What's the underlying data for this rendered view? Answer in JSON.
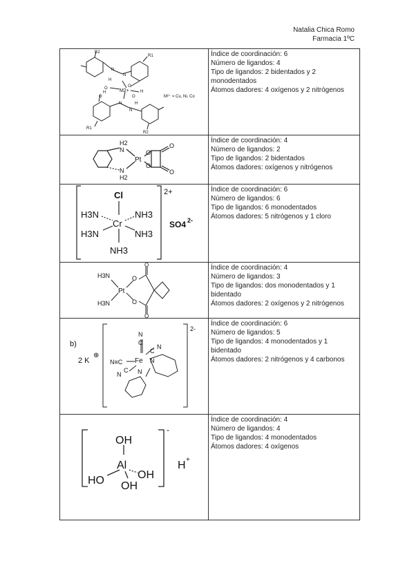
{
  "header": {
    "author": "Natalia Chica Romo",
    "course": "Farmacia 1ºC"
  },
  "rows": [
    {
      "structure": {
        "labels": [
          "R2",
          "R1",
          "N",
          "N",
          "O",
          "O",
          "M2+",
          "H",
          "H",
          "H",
          "H",
          "O",
          "O",
          "N",
          "N",
          "R1",
          "R2"
        ],
        "note": "M²⁺ = Cu, Ni, Co"
      },
      "lines": [
        "Índice de coordinación: 6",
        "Número de ligandos: 4",
        "Tipo de ligandos: 2 bidentados y 2 monodentados",
        "Átomos dadores: 4 oxígenos y 2 nitrógenos"
      ]
    },
    {
      "structure": {
        "labels": [
          "H2",
          "N",
          "Pt",
          "O",
          "O",
          "O",
          "O",
          "N",
          "H2"
        ]
      },
      "lines": [
        "Índice de coordinación: 4",
        "Número de ligandos: 2",
        "Tipo de ligandos: 2 bidentados",
        "Átomos dadores: oxígenos y nitrógenos"
      ]
    },
    {
      "structure": {
        "labels": [
          "Cl",
          "H3N",
          "NH3",
          "Cr",
          "H3N",
          "NH3",
          "NH3"
        ],
        "charge": "2+",
        "counterion": "SO4",
        "counter_charge": "2-"
      },
      "lines": [
        "Índice de coordinación: 6",
        "Número de ligandos: 6",
        "Tipo de ligandos: 6 monodentados",
        "Átomos dadores: 5 nitrógenos y 1 cloro"
      ]
    },
    {
      "structure": {
        "labels": [
          "H3N",
          "H3N",
          "Pt",
          "O",
          "O",
          "O",
          "O"
        ]
      },
      "lines": [
        "Índice de coordinación: 4",
        "Número de ligandos: 3",
        "Tipo de ligandos: dos monodentados y 1 bidentado",
        "Átomos dadores: 2 oxígenos y 2 nitrógenos"
      ]
    },
    {
      "structure": {
        "tag": "b)",
        "cation": "2 K",
        "charge": "2-",
        "labels": [
          "N",
          "C",
          "N",
          "C",
          "N≡C",
          "Fe",
          "N",
          "C",
          "N",
          "N"
        ]
      },
      "lines": [
        "Índice de coordinación: 6",
        "Número de ligandos: 5",
        "Tipo de ligandos: 4 monodentados y 1 bidentado",
        "Átomos dadores: 2 nitrógenos y 4 carbonos"
      ]
    },
    {
      "structure": {
        "labels": [
          "OH",
          "Al",
          "HO",
          "OH",
          "OH"
        ],
        "charge": "-",
        "counterion": "H",
        "counter_charge": "+"
      },
      "lines": [
        "Índice de coordinación: 4",
        "Número de ligandos: 4",
        "Tipo de ligandos: 4 monodentados",
        "Átomos dadores: 4 oxígenos"
      ]
    }
  ]
}
